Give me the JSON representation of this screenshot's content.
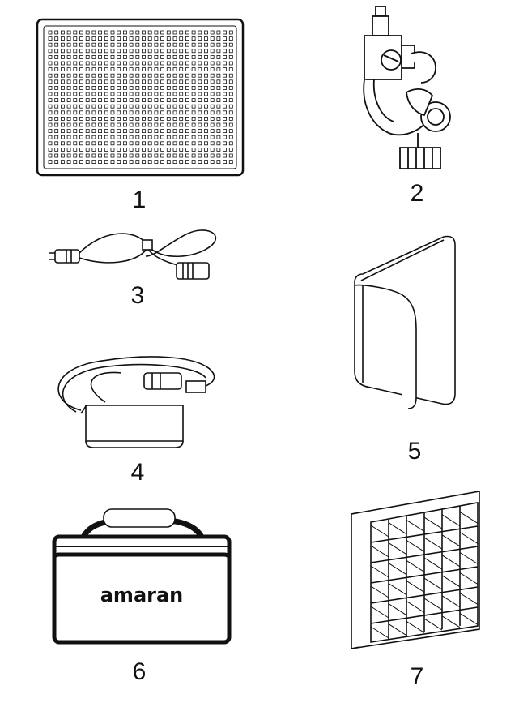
{
  "items": [
    {
      "number": "1",
      "icon": "led-panel-icon"
    },
    {
      "number": "2",
      "icon": "mounting-bracket-icon"
    },
    {
      "number": "3",
      "icon": "power-cable-icon"
    },
    {
      "number": "4",
      "icon": "power-adapter-icon"
    },
    {
      "number": "5",
      "icon": "softbox-icon"
    },
    {
      "number": "6",
      "icon": "carry-bag-icon"
    },
    {
      "number": "7",
      "icon": "grid-icon"
    }
  ],
  "bag": {
    "brand": "amaran"
  }
}
